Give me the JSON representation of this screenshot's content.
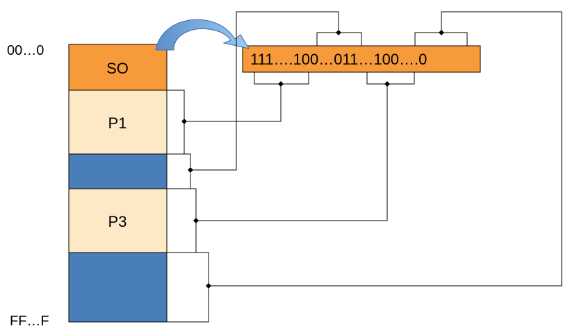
{
  "address_labels": {
    "start": "00…0",
    "end": "FF…F"
  },
  "memory": {
    "segments": [
      {
        "id": "so",
        "label": "SO",
        "color": "#f79a3a"
      },
      {
        "id": "p1",
        "label": "P1",
        "color": "#fde9c6"
      },
      {
        "id": "free1",
        "label": "",
        "color": "#4a7ebb"
      },
      {
        "id": "p3",
        "label": "P3",
        "color": "#fde9c6"
      },
      {
        "id": "free2",
        "label": "",
        "color": "#4a7ebb"
      }
    ]
  },
  "bitmap": {
    "text": "111….100…011…100….0",
    "color": "#f79a3a"
  },
  "colors": {
    "arrow": "#6fa8e0",
    "arrow_edge": "#3a6ea5",
    "line": "#000000"
  }
}
